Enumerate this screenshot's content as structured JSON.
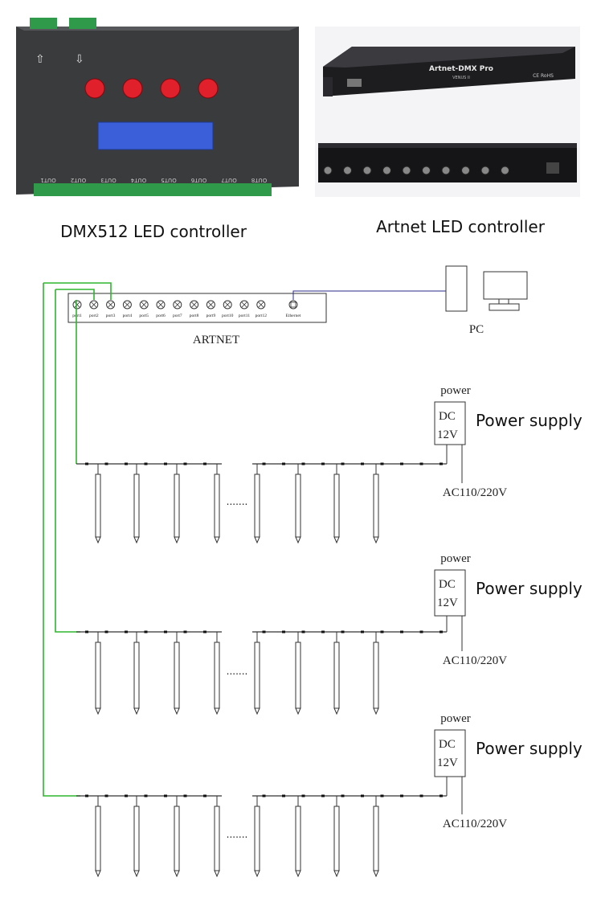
{
  "photos": {
    "dmx": {
      "caption": "DMX512 LED controller",
      "buttons": 4,
      "outputs": [
        "OUT1",
        "OUT2",
        "OUT3",
        "OUT4",
        "OUT5",
        "OUT6",
        "OUT7",
        "OUT8"
      ]
    },
    "artnet": {
      "caption": "Artnet LED controller",
      "brand": "Artnet-DMX Pro",
      "model": "VENUS II",
      "marks": "CE RoHS"
    }
  },
  "artnet_box": {
    "label": "ARTNET",
    "ports": [
      "port1",
      "port2",
      "port3",
      "port4",
      "port5",
      "port6",
      "port7",
      "port8",
      "port9",
      "port10",
      "port11",
      "port12"
    ],
    "ethernet": "Ethernet"
  },
  "pc": {
    "label": "PC"
  },
  "rows": [
    {
      "power_label": "power",
      "dc": "DC",
      "volt": "12V",
      "supply": "Power supply",
      "ac": "AC110/220V"
    },
    {
      "power_label": "power",
      "dc": "DC",
      "volt": "12V",
      "supply": "Power supply",
      "ac": "AC110/220V"
    },
    {
      "power_label": "power",
      "dc": "DC",
      "volt": "12V",
      "supply": "Power supply",
      "ac": "AC110/220V"
    }
  ],
  "ellipsis": ".......",
  "colors": {
    "signal": "#2fb52f",
    "ethernet": "#2a2a8a",
    "dmx_button": "#e0202a",
    "lcd": "#3a5fd8"
  }
}
